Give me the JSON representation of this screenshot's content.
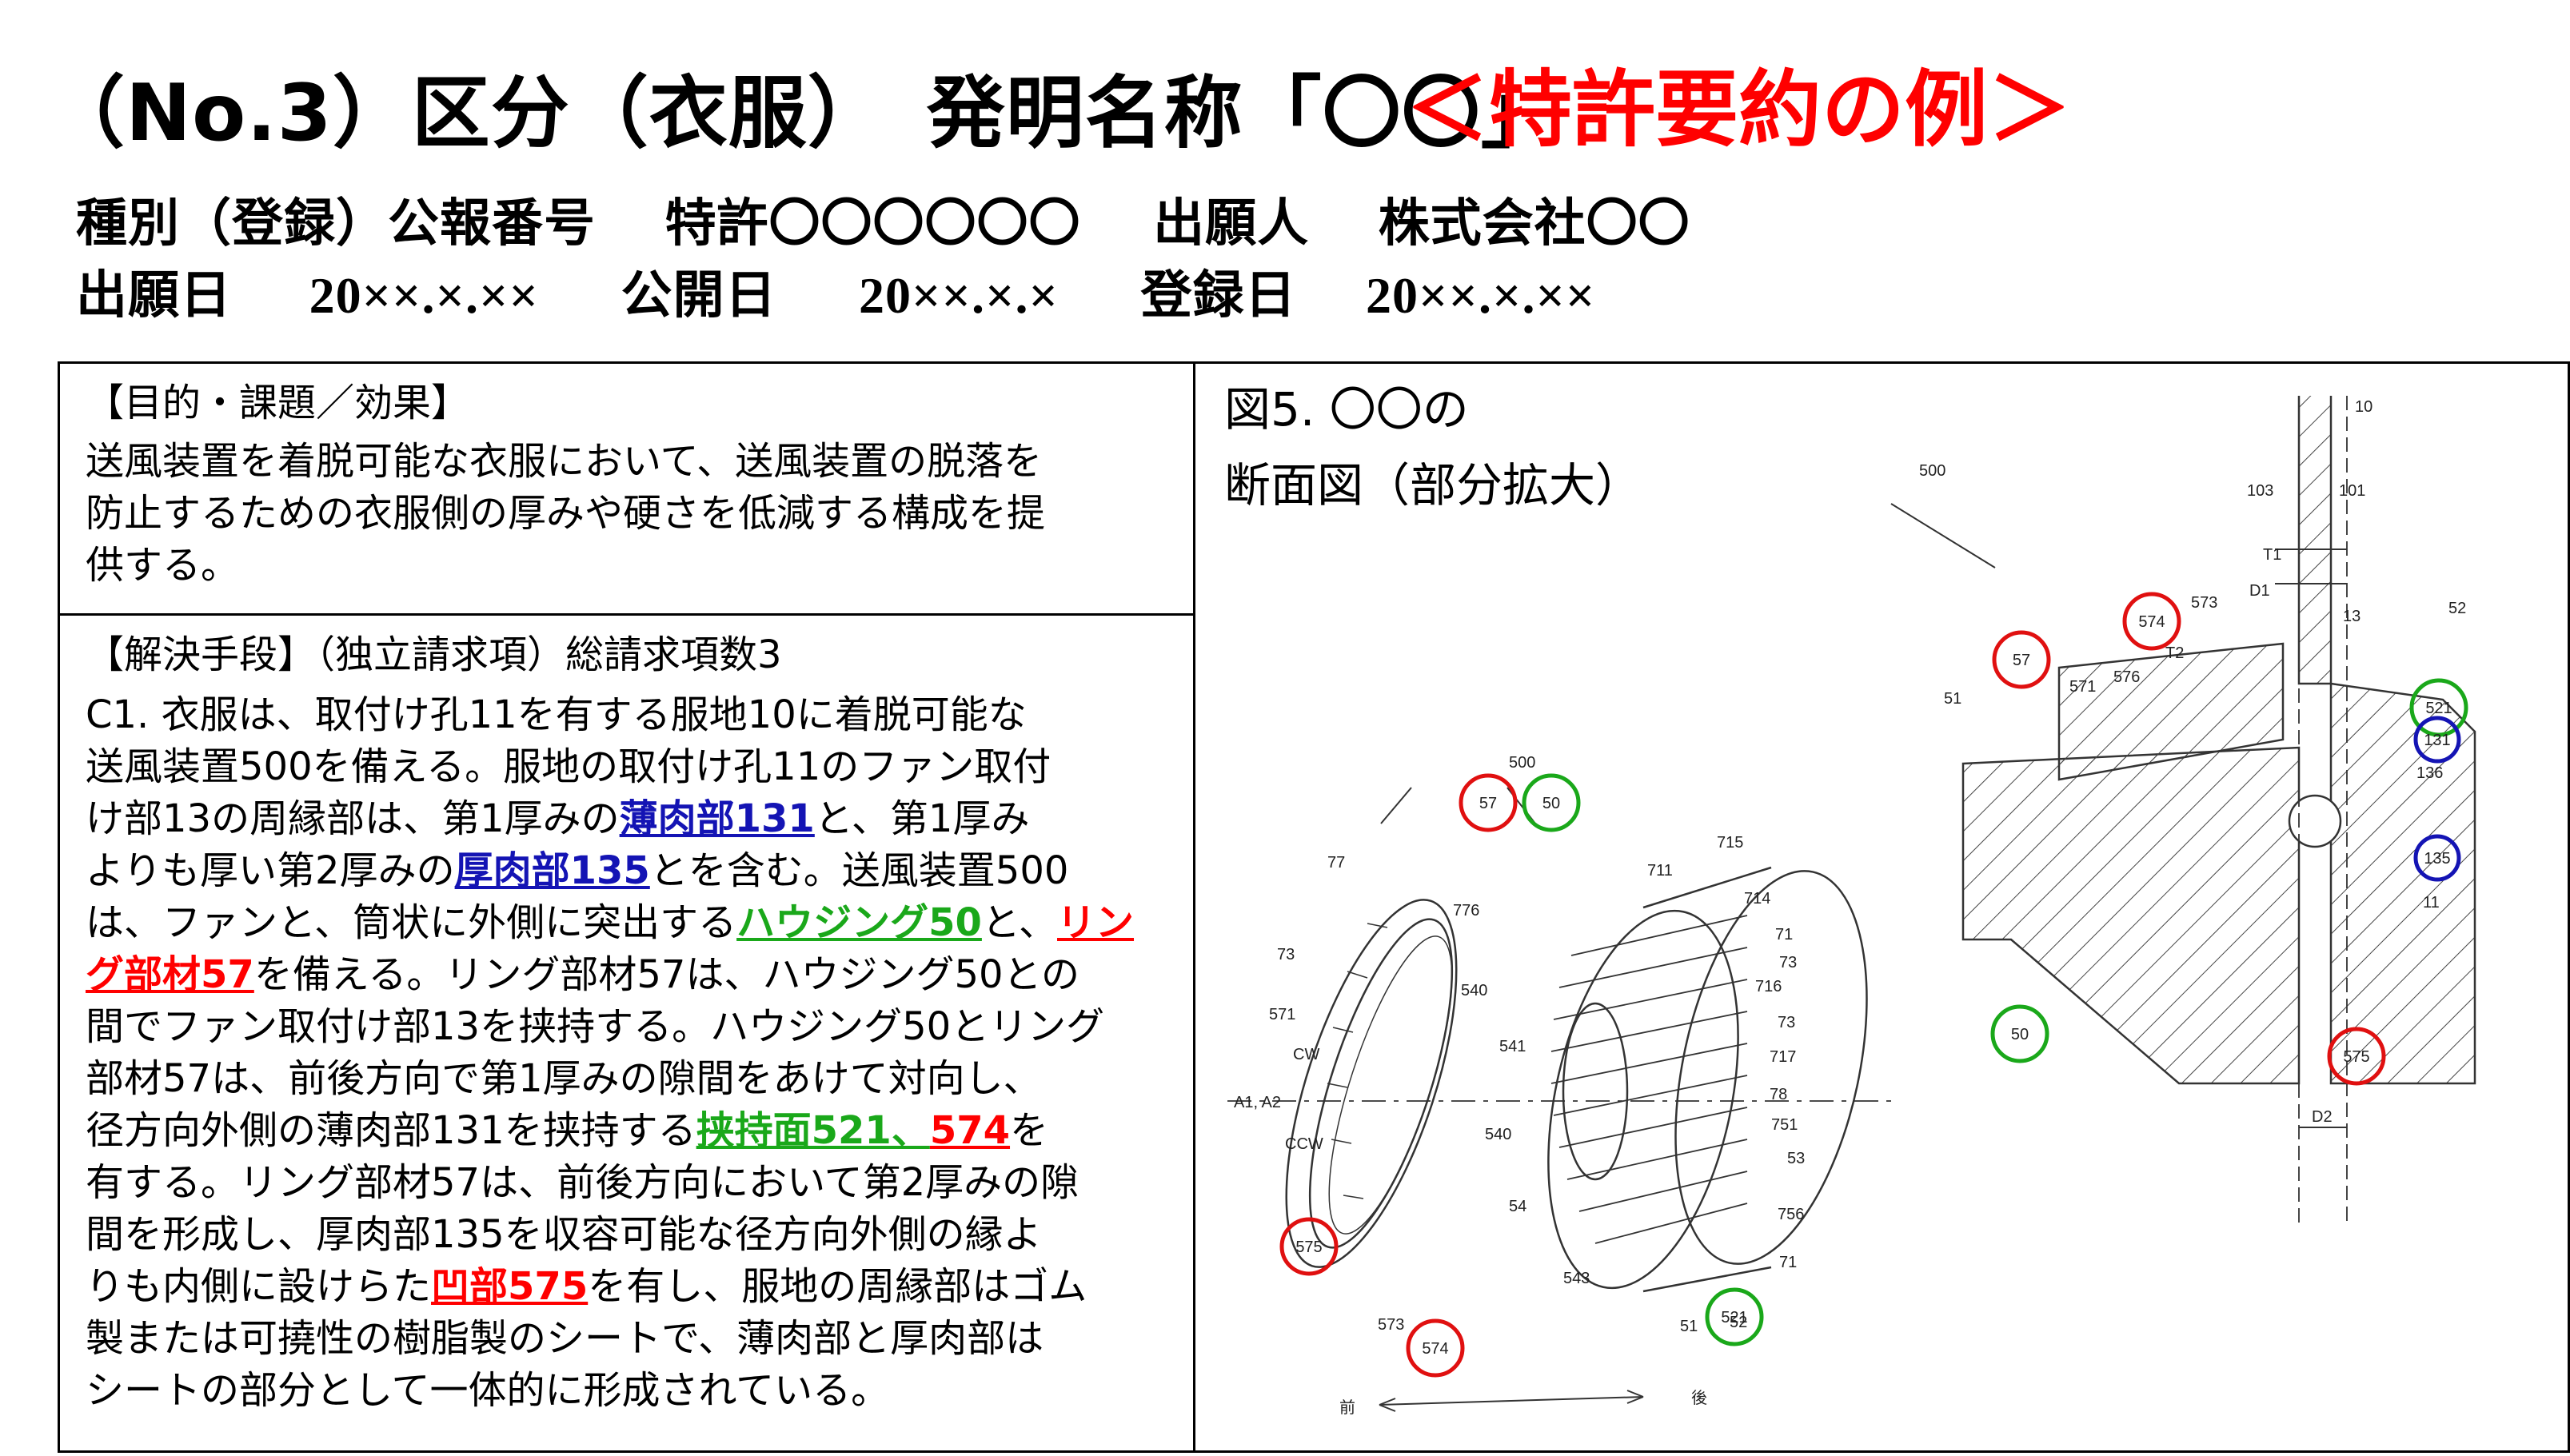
{
  "header": {
    "title": "（No.3）区分（衣服）　発明名称「〇〇」",
    "title_red": "＜特許要約の例＞",
    "line1": {
      "kind_label": "種別（登録）公報番号",
      "patent": "特許〇〇〇〇〇〇",
      "applicant_label": "出願人",
      "applicant": "株式会社〇〇"
    },
    "line2": {
      "filed_label": "出願日",
      "filed": "20××.×.××",
      "published_label": "公開日",
      "published": "20××.×.×",
      "registered_label": "登録日",
      "registered": "20××.×.××"
    }
  },
  "purpose": {
    "heading": "【目的・課題／効果】",
    "lines": [
      "送風装置を着脱可能な衣服において、送風装置の脱落を",
      "防止するための衣服側の厚みや硬さを低減する構成を提",
      "供する。"
    ]
  },
  "solution": {
    "heading": "【解決手段】（独立請求項）総請求項数3",
    "l1": "C1. 衣服は、取付け孔11を有する服地10に着脱可能な",
    "l2": "送風装置500を備える。服地の取付け孔11のファン取付",
    "l3a": "け部13の周縁部は、第1厚みの",
    "l3b": "薄肉部131",
    "l3c": "と、第1厚み",
    "l4a": "よりも厚い第2厚みの",
    "l4b": "厚肉部135",
    "l4c": "とを含む。送風装置500",
    "l5a": "は、ファンと、筒状に外側に突出する",
    "l5b": "ハウジング50",
    "l5c": "と、",
    "l5d": "リン",
    "l6a": "グ部材57",
    "l6b": "を備える。リング部材57は、ハウジング50との",
    "l7": "間でファン取付け部13を挟持する。ハウジング50とリング",
    "l8": "部材57は、前後方向で第1厚みの隙間をあけて対向し、",
    "l9a": "径方向外側の薄肉部131を挟持する",
    "l9b": "挟持面521、",
    "l9c": "574",
    "l9d": "を",
    "l10": "有する。リング部材57は、前後方向において第2厚みの隙",
    "l11": "間を形成し、厚肉部135を収容可能な径方向外側の縁よ",
    "l12a": "りも内側に設けらた",
    "l12b": "凹部575",
    "l12c": "を有し、服地の周縁部はゴム",
    "l13": "製または可撓性の樹脂製のシートで、薄肉部と厚肉部は",
    "l14": "シートの部分として一体的に形成されている。"
  },
  "figure": {
    "title_line1": "図5. 〇〇の",
    "title_line2": "断面図（部分拡大）",
    "labels_exploded": [
      "500",
      "77",
      "776",
      "73",
      "571",
      "CW",
      "A1, A2",
      "CCW",
      "573",
      "715",
      "711",
      "714",
      "71",
      "73",
      "716",
      "73",
      "717",
      "78",
      "540",
      "541",
      "540",
      "751",
      "53",
      "54",
      "756",
      "71",
      "543",
      "51",
      "52",
      "前",
      "後"
    ],
    "labels_section": [
      "10",
      "500",
      "103",
      "101",
      "T1",
      "D1",
      "573",
      "13",
      "52",
      "T2",
      "571",
      "576",
      "51",
      "136",
      "11",
      "D2"
    ],
    "circles_red": [
      "57",
      "574",
      "575",
      "575",
      "574",
      "57"
    ],
    "circles_green": [
      "50",
      "521",
      "50",
      "521"
    ],
    "circles_blue": [
      "131",
      "135"
    ],
    "colors": {
      "red": "#e01010",
      "green": "#1aa81a",
      "blue": "#1414b4"
    }
  }
}
